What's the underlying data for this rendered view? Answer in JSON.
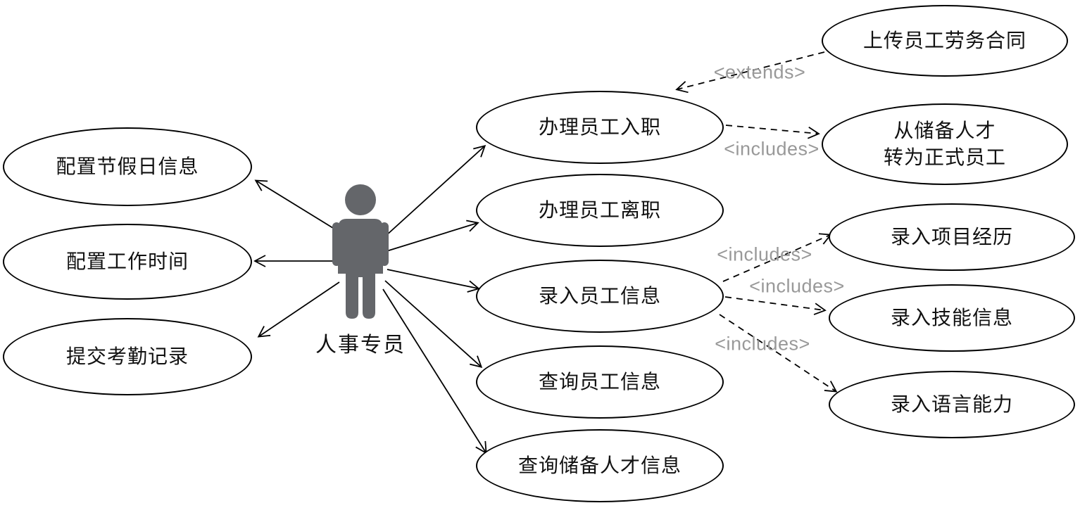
{
  "actor": {
    "name": "人事专员"
  },
  "use_cases": {
    "left": [
      {
        "label": "配置节假日信息"
      },
      {
        "label": "配置工作时间"
      },
      {
        "label": "提交考勤记录"
      }
    ],
    "middle": [
      {
        "label": "办理员工入职"
      },
      {
        "label": "办理员工离职"
      },
      {
        "label": "录入员工信息"
      },
      {
        "label": "查询员工信息"
      },
      {
        "label": "查询储备人才信息"
      }
    ],
    "right": [
      {
        "label": "上传员工劳务合同"
      },
      {
        "label": "从储备人才\n转为正式员工"
      },
      {
        "label": "录入项目经历"
      },
      {
        "label": "录入技能信息"
      },
      {
        "label": "录入语言能力"
      }
    ]
  },
  "relations": [
    {
      "type": "extends",
      "label": "<extends>",
      "from": "上传员工劳务合同",
      "to": "办理员工入职"
    },
    {
      "type": "includes",
      "label": "<includes>",
      "from": "办理员工入职",
      "to": "从储备人才转为正式员工"
    },
    {
      "type": "includes",
      "label": "<includes>",
      "from": "录入员工信息",
      "to": "录入项目经历"
    },
    {
      "type": "includes",
      "label": "<includes>",
      "from": "录入员工信息",
      "to": "录入技能信息"
    },
    {
      "type": "includes",
      "label": "<includes>",
      "from": "录入员工信息",
      "to": "录入语言能力"
    }
  ],
  "colors": {
    "node_fill": "#ffffff",
    "node_stroke": "#000000",
    "actor_fill": "#64666a",
    "relation_label": "#999999",
    "background": "#ffffff"
  }
}
